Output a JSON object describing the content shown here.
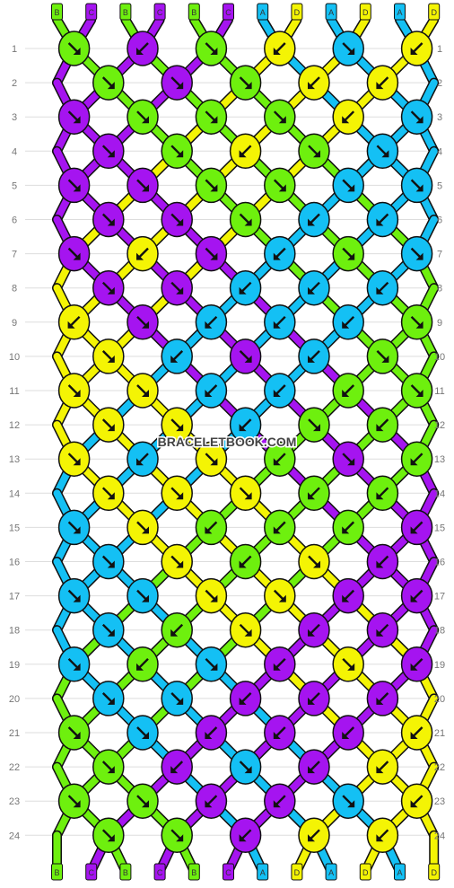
{
  "colors": {
    "A": "#14c0f4",
    "B": "#6ef00e",
    "C": "#a514f0",
    "D": "#f4f404"
  },
  "strands_top": [
    "B",
    "C",
    "B",
    "C",
    "B",
    "C",
    "A",
    "D",
    "A",
    "D",
    "A",
    "D"
  ],
  "strands_bottom": [
    "B",
    "C",
    "B",
    "C",
    "B",
    "C",
    "A",
    "D",
    "A",
    "D",
    "A",
    "D"
  ],
  "row_numbers": [
    "1",
    "2",
    "3",
    "4",
    "5",
    "6",
    "7",
    "8",
    "9",
    "10",
    "11",
    "12",
    "13",
    "14",
    "15",
    "16",
    "17",
    "18",
    "19",
    "20",
    "21",
    "22",
    "23",
    "24"
  ],
  "watermark": "BRACELETBOOK.COM",
  "knots": [
    [
      "B:R",
      "C:L",
      "B:R",
      "D:L",
      "A:R",
      "D:L"
    ],
    [
      "B:R",
      "C:R",
      "B:R",
      "D:L",
      "D:L"
    ],
    [
      "C:R",
      "B:R",
      "B:R",
      "B:R",
      "D:L",
      "A:R"
    ],
    [
      "C:R",
      "B:R",
      "D:L",
      "B:R",
      "A:R"
    ],
    [
      "C:R",
      "C:R",
      "B:R",
      "B:R",
      "A:R",
      "A:R"
    ],
    [
      "C:R",
      "C:R",
      "B:R",
      "A:L",
      "A:L"
    ],
    [
      "C:R",
      "D:L",
      "C:R",
      "A:L",
      "B:R",
      "A:R"
    ],
    [
      "C:R",
      "C:R",
      "A:L",
      "A:L",
      "A:L"
    ],
    [
      "D:L",
      "C:R",
      "A:L",
      "A:L",
      "A:L",
      "B:R"
    ],
    [
      "D:R",
      "A:L",
      "C:R",
      "A:L",
      "B:R"
    ],
    [
      "D:R",
      "D:R",
      "A:L",
      "A:L",
      "B:L",
      "B:R"
    ],
    [
      "D:R",
      "D:R",
      "A:L",
      "B:R",
      "B:L"
    ],
    [
      "D:R",
      "A:L",
      "D:R",
      "B:L",
      "C:R",
      "B:L"
    ],
    [
      "D:R",
      "D:R",
      "D:R",
      "B:L",
      "B:L"
    ],
    [
      "A:R",
      "D:R",
      "B:L",
      "B:L",
      "B:L",
      "C:L"
    ],
    [
      "A:R",
      "D:R",
      "B:L",
      "D:R",
      "C:L"
    ],
    [
      "A:R",
      "A:R",
      "D:R",
      "D:R",
      "C:L",
      "C:L"
    ],
    [
      "A:R",
      "B:L",
      "D:R",
      "C:L",
      "C:L"
    ],
    [
      "A:R",
      "B:L",
      "A:R",
      "C:L",
      "D:R",
      "C:L"
    ],
    [
      "A:R",
      "A:R",
      "C:L",
      "C:L",
      "C:L"
    ],
    [
      "B:R",
      "A:R",
      "C:L",
      "C:L",
      "C:L",
      "D:L"
    ],
    [
      "B:R",
      "C:L",
      "A:R",
      "C:L",
      "D:L"
    ],
    [
      "B:R",
      "B:R",
      "C:L",
      "C:L",
      "A:R",
      "D:L"
    ],
    [
      "B:R",
      "B:R",
      "C:L",
      "D:L",
      "D:L"
    ]
  ]
}
